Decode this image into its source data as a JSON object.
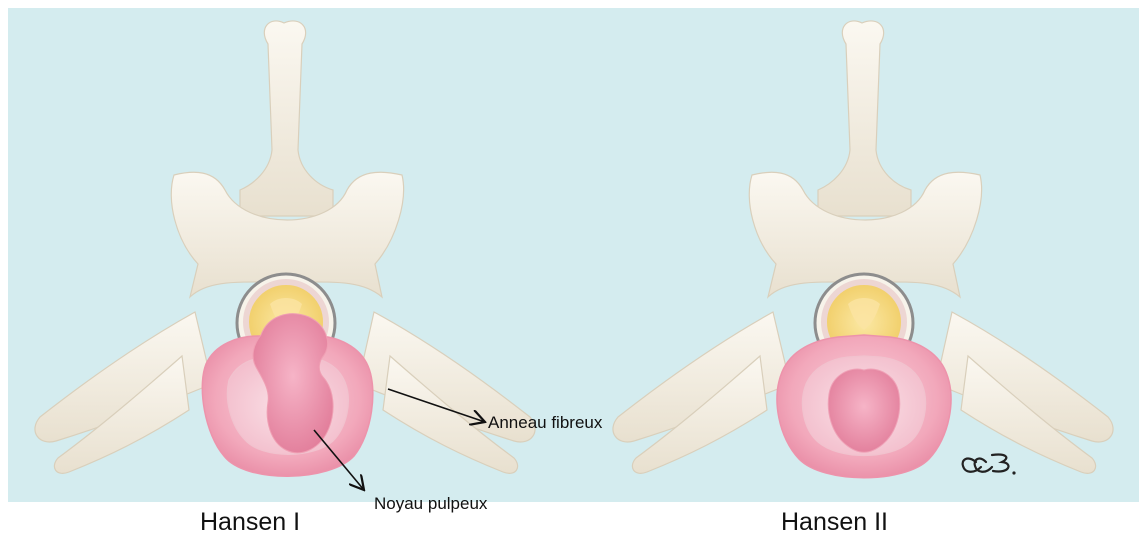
{
  "figure": {
    "background_color": "#d4ecef",
    "bone_color": "#f2ede0",
    "disc_color": "#f4b9c7",
    "nucleus_color": "#ef9bb4",
    "cord_color": "#f3d16c",
    "left_panel_caption": "Hansen I",
    "right_panel_caption": "Hansen II",
    "labels": {
      "anneau_fibreux": "Anneau fibreux",
      "noyau_pulpeux": "Noyau pulpeux"
    },
    "signature_icon": "signature-mark"
  }
}
